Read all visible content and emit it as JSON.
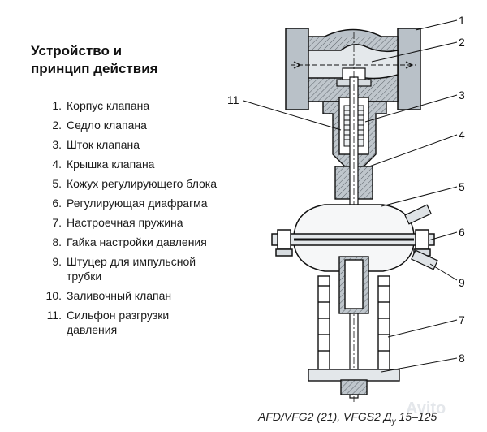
{
  "title_line1": "Устройство и",
  "title_line2": "принцип действия",
  "legend": [
    {
      "num": "1.",
      "text": "Корпус клапана"
    },
    {
      "num": "2.",
      "text": "Седло клапана"
    },
    {
      "num": "3.",
      "text": "Шток клапана"
    },
    {
      "num": "4.",
      "text": "Крышка клапана"
    },
    {
      "num": "5.",
      "text": "Кожух регулирующего блока"
    },
    {
      "num": "6.",
      "text": "Регулирующая диафрагма"
    },
    {
      "num": "7.",
      "text": "Настроечная пружина"
    },
    {
      "num": "8.",
      "text": "Гайка настройки давления"
    },
    {
      "num": "9.",
      "text": "Штуцер для импульсной трубки"
    },
    {
      "num": "10.",
      "text": "Заливочный клапан"
    },
    {
      "num": "11.",
      "text": "Сильфон разгрузки давления"
    }
  ],
  "callouts": {
    "c1": "1",
    "c2": "2",
    "c3": "3",
    "c4": "4",
    "c5": "5",
    "c6": "6",
    "c7": "7",
    "c8": "8",
    "c9": "9",
    "c11": "11"
  },
  "caption_main": "AFD/VFG2 (21), VFGS2 Д",
  "caption_sub": "у",
  "caption_range": " 15–125",
  "watermark": "Avito"
}
